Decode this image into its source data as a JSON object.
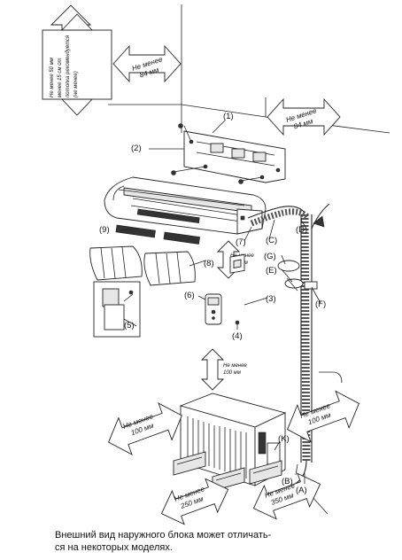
{
  "callouts": {
    "c1": "(1)",
    "c2": "(2)",
    "c3": "(3)",
    "c4": "(4)",
    "c5": "(5)",
    "c6": "(6)",
    "c7": "(7)",
    "c8": "(8)",
    "c9": "(9)",
    "cA": "(A)",
    "cB": "(B)",
    "cC": "(C)",
    "cD": "(D)",
    "cE": "(E)",
    "cF": "(F)",
    "cG": "(G)",
    "cK": "(K)"
  },
  "clearances": {
    "top_left_l1": "Не менее 50 мм",
    "top_left_l2": "менее 15 см от",
    "top_left_l3": "потолка рекомендуется",
    "top_left_l4": "(не менее)",
    "top_mid_l1": "Не менее",
    "top_mid_l2": "84 мм",
    "top_right_l1": "Не менее",
    "top_right_l2": "84 мм",
    "indoor_below_l1": "Не менее",
    "indoor_below_l2": "150 мм",
    "outdoor_top_l1": "Не менее",
    "outdoor_top_l2": "100 мм",
    "outdoor_left_l1": "Не менее",
    "outdoor_left_l2": "100 мм",
    "outdoor_right_l1": "Не менее",
    "outdoor_right_l2": "100 мм",
    "outdoor_front_l1": "Не менее",
    "outdoor_front_l2": "250 мм",
    "outdoor_front2_l1": "Не менее",
    "outdoor_front2_l2": "350 мм"
  },
  "footer": {
    "line1": "Внешний вид наружного блока может отличать-",
    "line2": "ся на некоторых моделях."
  }
}
